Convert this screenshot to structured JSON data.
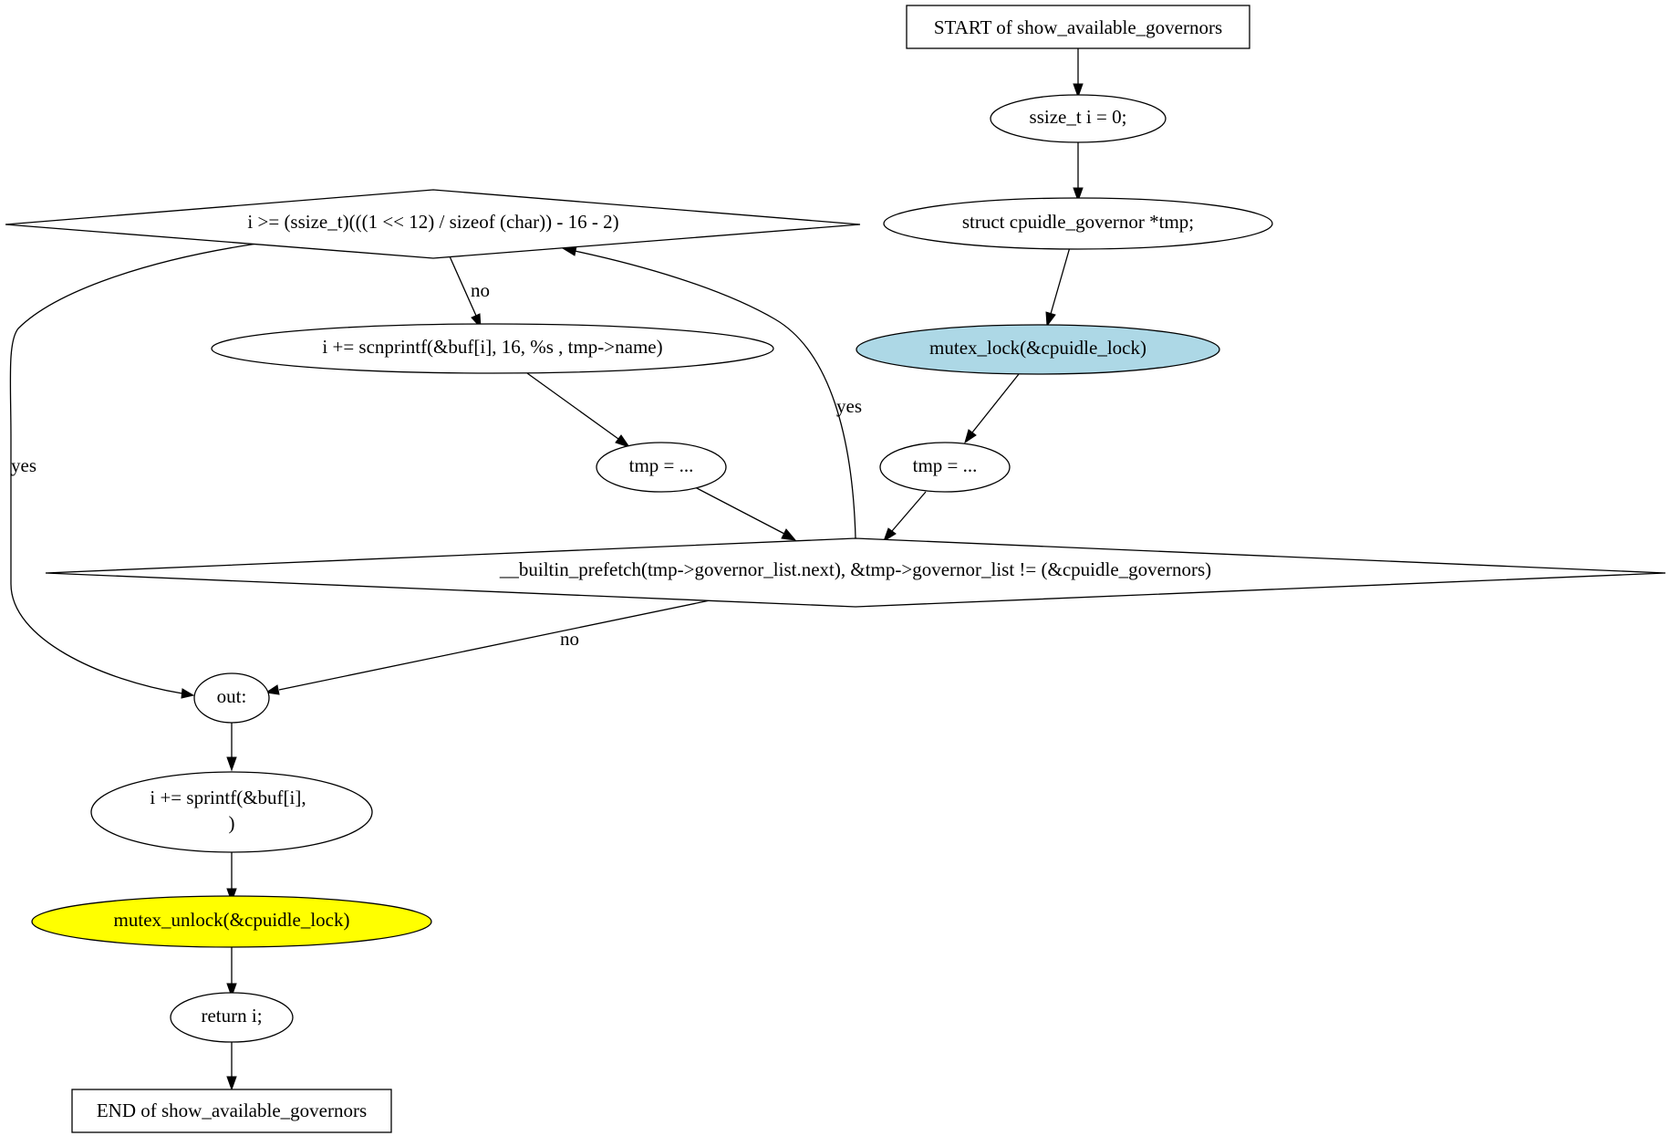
{
  "nodes": {
    "start": {
      "label": "START of show_available_governors",
      "fill": "#ffffff"
    },
    "ssize": {
      "label": "ssize_t i = 0;",
      "fill": "#ffffff"
    },
    "struct": {
      "label": "struct cpuidle_governor *tmp;",
      "fill": "#ffffff"
    },
    "mutex_lock": {
      "label": "mutex_lock(&cpuidle_lock)",
      "fill": "#add8e6"
    },
    "tmp1": {
      "label": "tmp = ...",
      "fill": "#ffffff"
    },
    "prefetch": {
      "label": "__builtin_prefetch(tmp->governor_list.next), &tmp->governor_list != (&cpuidle_governors)",
      "fill": "#ffffff"
    },
    "cond": {
      "label": "i >= (ssize_t)(((1 << 12) / sizeof (char)) - 16 - 2)",
      "fill": "#ffffff"
    },
    "scnprintf": {
      "label": "i += scnprintf(&buf[i], 16, %s , tmp->name)",
      "fill": "#ffffff"
    },
    "tmp2": {
      "label": "tmp = ...",
      "fill": "#ffffff"
    },
    "out": {
      "label": "out:",
      "fill": "#ffffff"
    },
    "sprintf": {
      "line1": "i += sprintf(&buf[i],",
      "line2": ")",
      "fill": "#ffffff"
    },
    "mutex_unlock": {
      "label": "mutex_unlock(&cpuidle_lock)",
      "fill": "#ffff00"
    },
    "return": {
      "label": "return i;",
      "fill": "#ffffff"
    },
    "end": {
      "label": "END of show_available_governors",
      "fill": "#ffffff"
    }
  },
  "edge_labels": {
    "cond_no": "no",
    "cond_yes": "yes",
    "prefetch_yes": "yes",
    "prefetch_no": "no"
  }
}
